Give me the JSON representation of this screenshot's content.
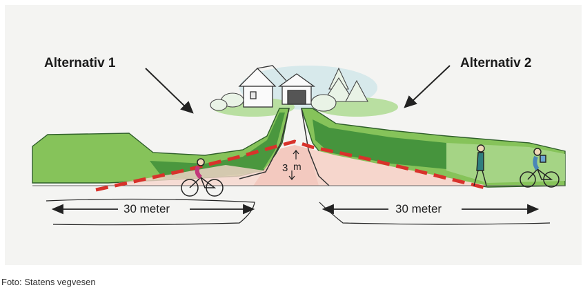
{
  "diagram": {
    "label_left": "Alternativ 1",
    "label_right": "Alternativ 2",
    "distance_left": "30 meter",
    "distance_right": "30 meter",
    "height_value": "3",
    "height_unit": "m"
  },
  "caption": "Foto: Statens vegvesen",
  "colors": {
    "grass": "#7dbd4f",
    "grass_dark": "#3f8f3a",
    "road_pink": "#f3c9bf",
    "dashed_line": "#d8322b",
    "background": "#f4f4f2"
  },
  "icons": [
    "arrow-left-icon",
    "arrow-right-icon",
    "house-icon",
    "tunnel-icon",
    "tree-icon",
    "cyclist-icon",
    "pedestrian-icon"
  ]
}
